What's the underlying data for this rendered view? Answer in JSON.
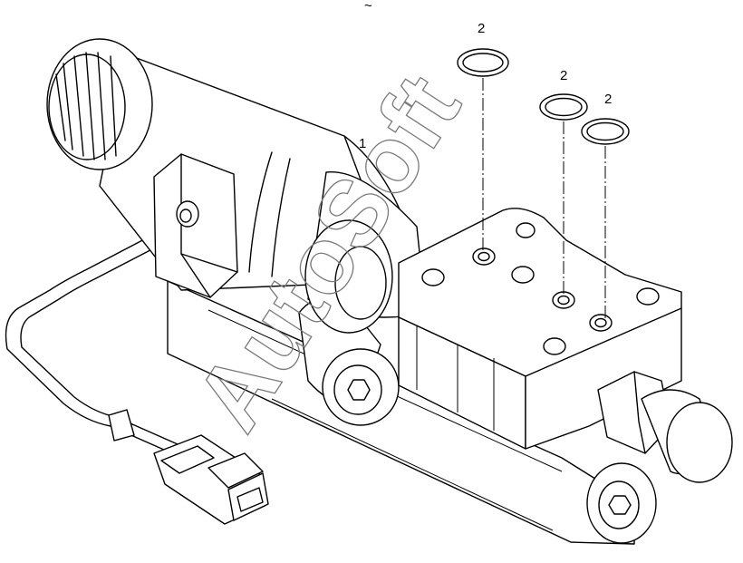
{
  "diagram": {
    "callouts": [
      {
        "id": "valve",
        "label": "1"
      },
      {
        "id": "oring-a",
        "label": "2"
      },
      {
        "id": "oring-b",
        "label": "2"
      },
      {
        "id": "oring-c",
        "label": "2"
      }
    ],
    "top_mark": "~",
    "watermark": "AutoSoft",
    "colors": {
      "line": "#000000",
      "watermark": "#7a7a7a",
      "background": "#ffffff"
    }
  }
}
